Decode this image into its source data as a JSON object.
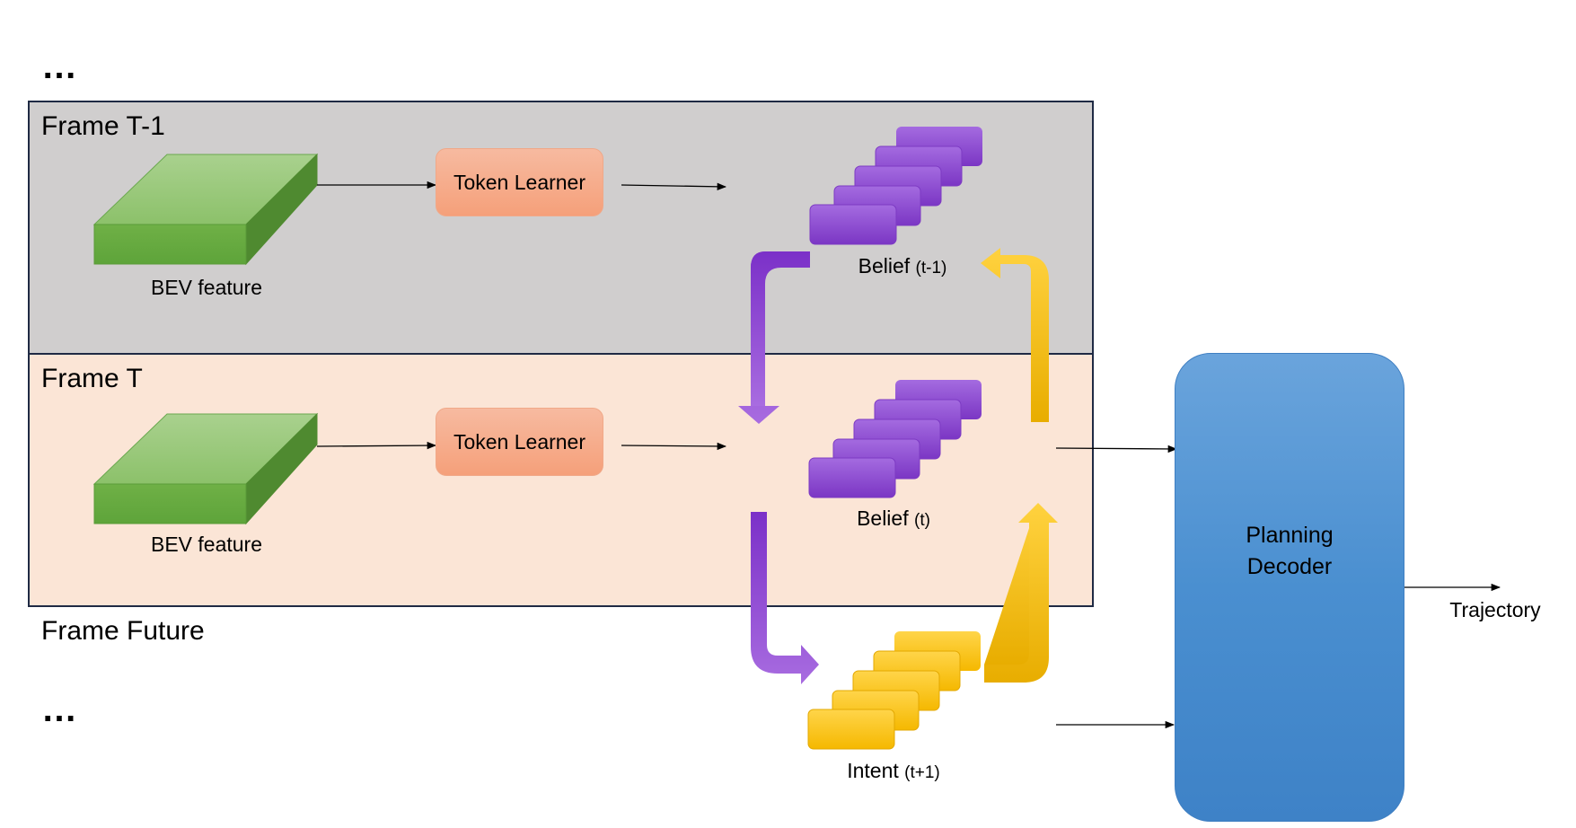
{
  "top_ellipsis": "…",
  "bottom_ellipsis": "…",
  "frames": {
    "prev": {
      "label": "Frame T-1",
      "bev_label": "BEV feature",
      "token_label": "Token Learner"
    },
    "current": {
      "label": "Frame T",
      "bev_label": "BEV feature",
      "token_label": "Token Learner"
    },
    "future": {
      "label": "Frame Future"
    }
  },
  "stacks": {
    "belief_prev": {
      "main": "Belief",
      "sub": "(t-1)"
    },
    "belief_curr": {
      "main": "Belief",
      "sub": "(t)"
    },
    "intent_next": {
      "main": "Intent",
      "sub": "(t+1)"
    }
  },
  "planner": {
    "line1": "Planning",
    "line2": "Decoder"
  },
  "output_label": "Trajectory",
  "colors": {
    "frame_prev_bg": "#d0cece",
    "frame_curr_bg": "#fbe5d6",
    "frame_border": "#1f2a44",
    "bev_green": "#70ad47",
    "token_orange": "#f4b183",
    "belief_purple": "#8e44d1",
    "intent_yellow": "#ffc000",
    "planner_blue": "#5b9bd5"
  }
}
